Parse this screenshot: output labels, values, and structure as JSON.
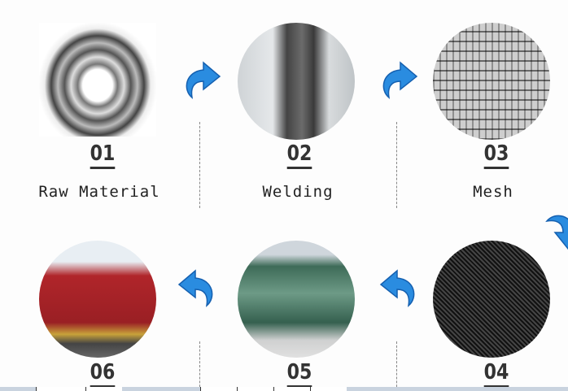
{
  "steps": [
    {
      "number": "01",
      "label": "Raw Material",
      "image": "steel-wire-coil"
    },
    {
      "number": "02",
      "label": "Welding",
      "image": "welder-at-work"
    },
    {
      "number": "03",
      "label": "Mesh",
      "image": "wire-mesh-panels"
    },
    {
      "number": "04",
      "label": "",
      "image": "black-welded-mesh"
    },
    {
      "number": "05",
      "label": "",
      "image": "packed-green-panels"
    },
    {
      "number": "06",
      "label": "",
      "image": "shipping-container"
    }
  ],
  "colors": {
    "arrow": "#2a8ce0",
    "text": "#333333"
  }
}
